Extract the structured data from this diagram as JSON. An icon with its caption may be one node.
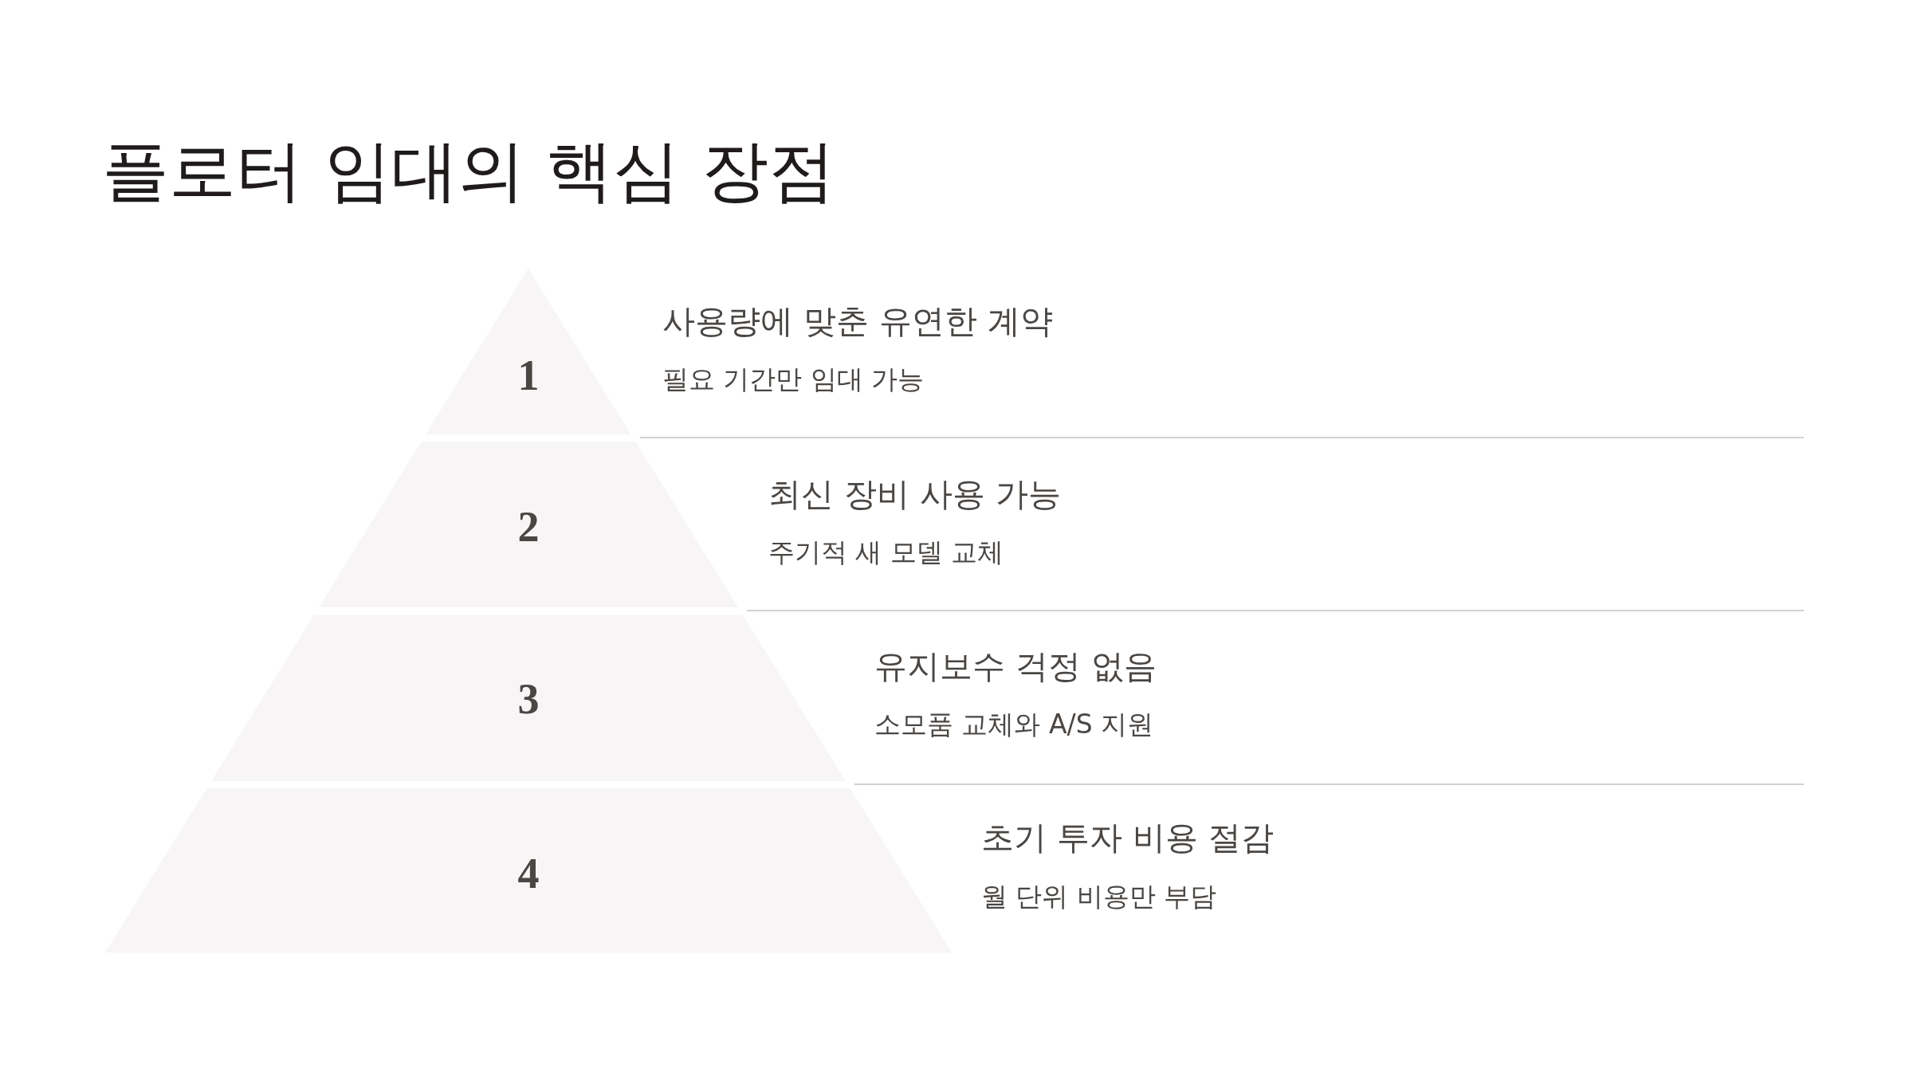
{
  "diagram": {
    "title": "플로터 임대의 핵심 장점",
    "nodes": [
      {
        "text": [
          "1"
        ],
        "beside": [
          "사용량에 맞춘 유연한 계약",
          "필요 기간만 임대 가능"
        ]
      },
      {
        "text": [
          "2"
        ],
        "beside": [
          "최신 장비 사용 가능",
          "주기적 새 모델 교체"
        ]
      },
      {
        "text": [
          "3"
        ],
        "beside": [
          "유지보수 걱정 없음",
          "소모품 교체와 A/S 지원"
        ]
      },
      {
        "text": [
          "4"
        ],
        "beside": [
          "초기 투자 비용 절감",
          "월 단위 비용만 부담"
        ]
      }
    ]
  }
}
